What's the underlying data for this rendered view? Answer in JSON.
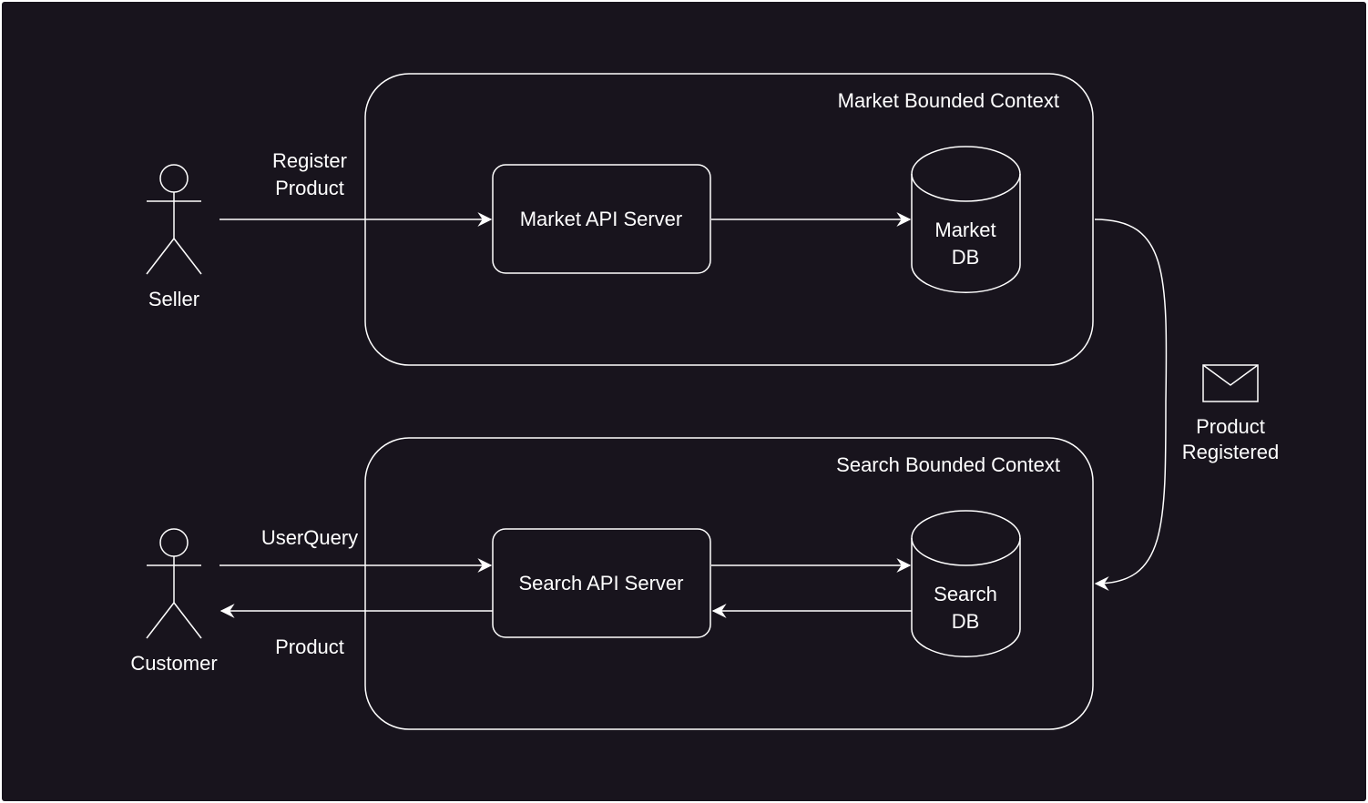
{
  "contexts": {
    "market": "Market Bounded Context",
    "search": "Search Bounded Context"
  },
  "actors": {
    "seller": "Seller",
    "customer": "Customer"
  },
  "servers": {
    "market": "Market API Server",
    "search": "Search API Server"
  },
  "databases": {
    "market": [
      "Market",
      "DB"
    ],
    "search": [
      "Search",
      "DB"
    ]
  },
  "edges": {
    "register_product": [
      "Register",
      "Product"
    ],
    "user_query": "UserQuery",
    "product": "Product"
  },
  "event": {
    "icon": "envelope-icon",
    "label": [
      "Product",
      "Registered"
    ]
  },
  "colors": {
    "background": "#18141d",
    "stroke": "#ffffff",
    "text": "#ffffff"
  }
}
